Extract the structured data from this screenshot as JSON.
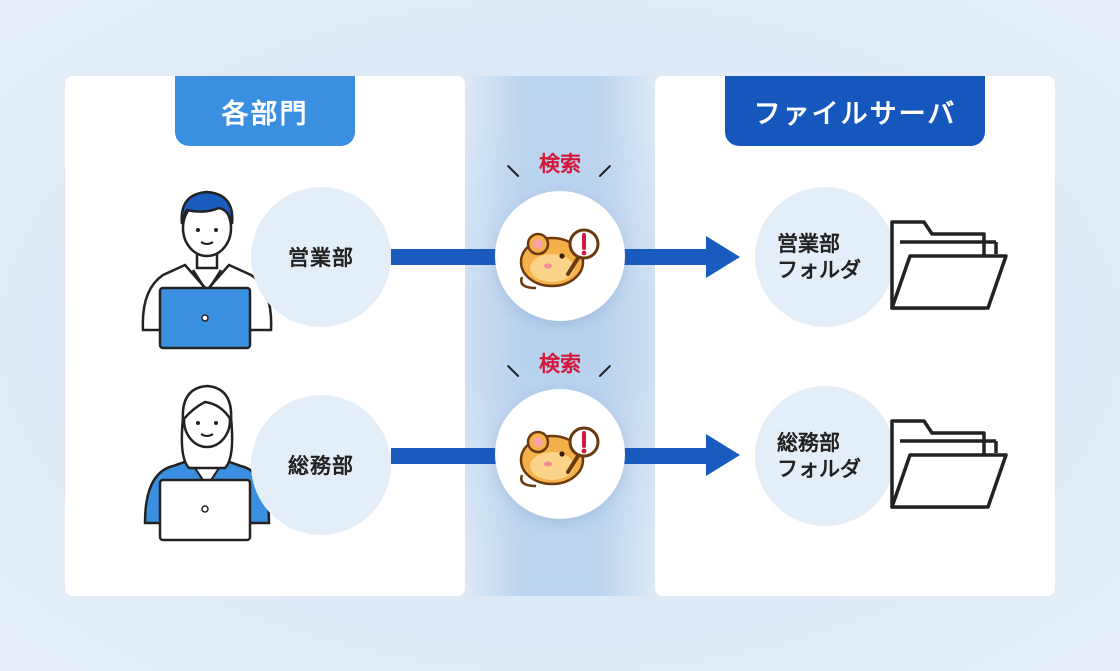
{
  "left_panel": {
    "title": "各部門"
  },
  "right_panel": {
    "title": "ファイルサーバ"
  },
  "departments": [
    {
      "label": "営業部"
    },
    {
      "label": "総務部"
    }
  ],
  "search": {
    "label": "検索"
  },
  "folders": [
    {
      "line1": "営業部",
      "line2": "フォルダ"
    },
    {
      "line1": "総務部",
      "line2": "フォルダ"
    }
  ],
  "colors": {
    "accent_light": "#3a8fe0",
    "accent_dark": "#1557bd",
    "search_red": "#d4183c"
  }
}
